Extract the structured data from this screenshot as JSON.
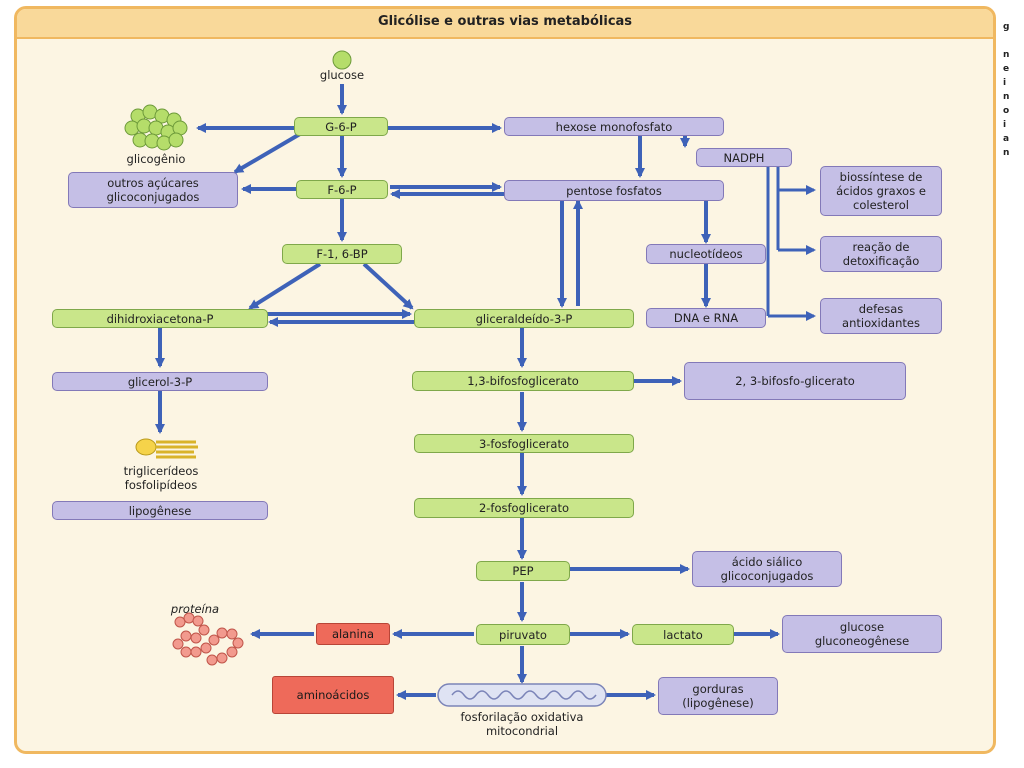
{
  "title": "Glicólise e outras vias metabólicas",
  "nodes": {
    "glucose": "glucose",
    "glicogenio": "glicogênio",
    "g6p": "G-6-P",
    "hexose": "hexose monofosfato",
    "nadph": "NADPH",
    "outros_acucares": "outros açúcares glicoconjugados",
    "f6p": "F-6-P",
    "pentose": "pentose fosfatos",
    "biossintese": "biossíntese de ácidos graxos e colesterol",
    "f16bp": "F-1, 6-BP",
    "nucleotideos": "nucleotídeos",
    "detox": "reação de detoxificação",
    "dihidroxi": "dihidroxiacetona-P",
    "gliceraldeido": "gliceraldeído-3-P",
    "dna": "DNA e RNA",
    "defesas": "defesas antioxidantes",
    "glicerol": "glicerol-3-P",
    "bifosfoglicerato13": "1,3-bifosfoglicerato",
    "bifosfoglicerato23": "2, 3-bifosfo-glicerato",
    "trig": "triglicerídeos fosfolipídeos",
    "fosfoglicerato3": "3-fosfoglicerato",
    "lipogenese": "lipogênese",
    "fosfoglicerato2": "2-fosfoglicerato",
    "pep": "PEP",
    "acido_sialico": "ácido siálico glicoconjugados",
    "proteina": "proteína",
    "alanina": "alanina",
    "piruvato": "piruvato",
    "lactato": "lactato",
    "glucose_neo": "glucose gluconeogênese",
    "aminoacidos": "aminoácidos",
    "gorduras": "gorduras (lipogênese)",
    "fosforilacao": "fosforilação oxidativa mitocondrial"
  },
  "side_letters": [
    "g",
    "n",
    "e",
    "i",
    "n",
    "o",
    "i",
    "a",
    "n"
  ],
  "colors": {
    "arrow": "#3e62b8",
    "green_box": "#c9e68a",
    "purple_box": "#c5bfe6",
    "red_box": "#ee6a5a",
    "frame_border": "#f0b860",
    "background": "#fcf5e3"
  }
}
